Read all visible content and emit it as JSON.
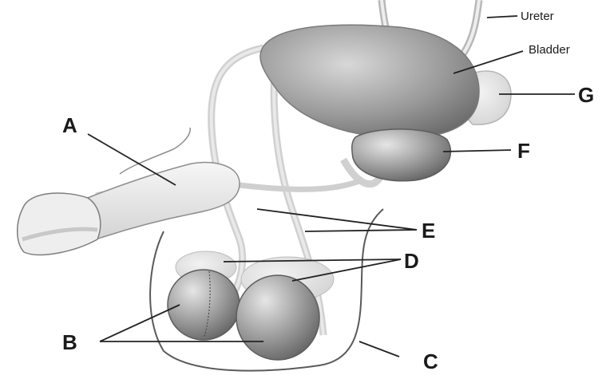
{
  "diagram": {
    "labels": {
      "ureter": "Ureter",
      "bladder": "Bladder",
      "a": "A",
      "b": "B",
      "c": "C",
      "d": "D",
      "e": "E",
      "f": "F",
      "g": "G"
    }
  }
}
